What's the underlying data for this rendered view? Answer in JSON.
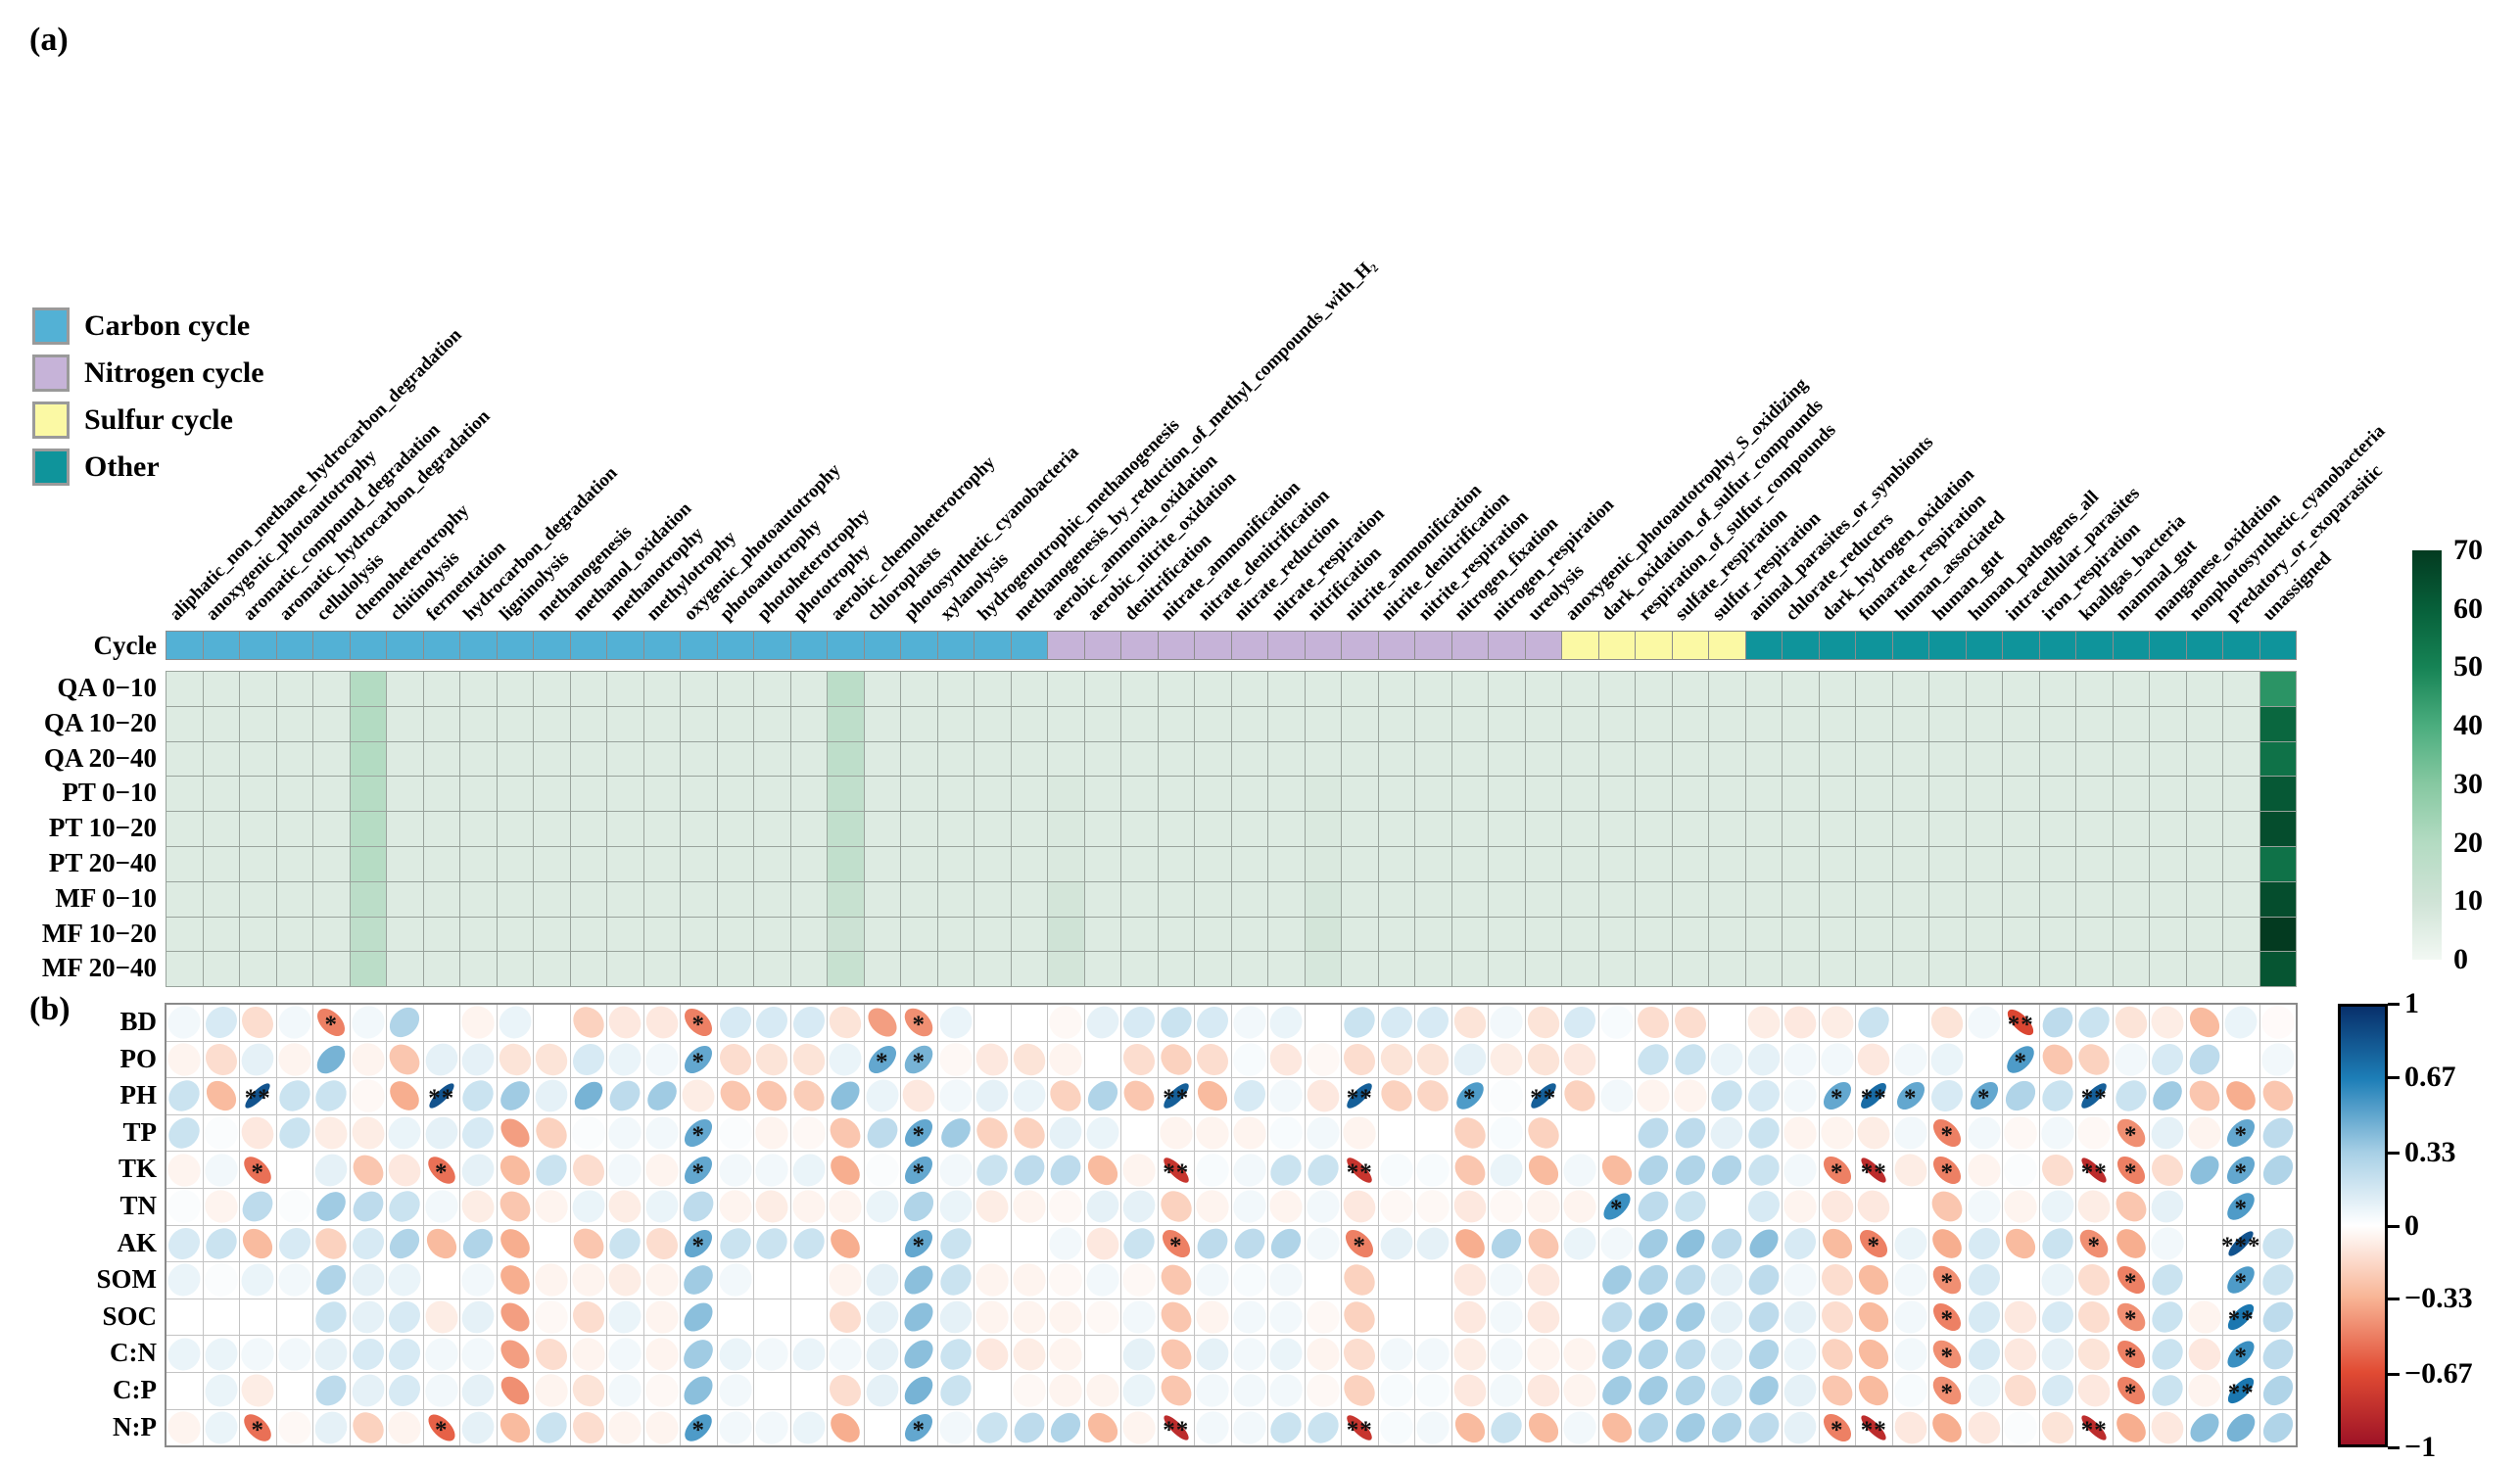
{
  "panels": {
    "a_label": "(a)",
    "b_label": "(b)"
  },
  "cycle_row_label": "Cycle",
  "legend": {
    "items": [
      {
        "key": "carbon",
        "label": "Carbon cycle",
        "color": "#53b1d5"
      },
      {
        "key": "nitrogen",
        "label": "Nitrogen cycle",
        "color": "#c6b3d8"
      },
      {
        "key": "sulfur",
        "label": "Sulfur cycle",
        "color": "#fbf9a4"
      },
      {
        "key": "other",
        "label": "Other",
        "color": "#0f949b"
      }
    ]
  },
  "chart_data": [
    {
      "type": "heatmap",
      "name": "faprotax_functional_group_abundance",
      "rows": [
        "QA 0−10",
        "QA 10−20",
        "QA 20−40",
        "PT 0−10",
        "PT 10−20",
        "PT 20−40",
        "MF 0−10",
        "MF 10−20",
        "MF 20−40"
      ],
      "columns": [
        "aliphatic_non_methane_hydrocarbon_degradation",
        "anoxygenic_photoautotrophy",
        "aromatic_compound_degradation",
        "aromatic_hydrocarbon_degradation",
        "cellulolysis",
        "chemoheterotrophy",
        "chitinolysis",
        "fermentation",
        "hydrocarbon_degradation",
        "ligninolysis",
        "methanogenesis",
        "methanol_oxidation",
        "methanotrophy",
        "methylotrophy",
        "oxygenic_photoautotrophy",
        "photoautotrophy",
        "photoheterotrophy",
        "phototrophy",
        "aerobic_chemoheterotrophy",
        "chloroplasts",
        "photosynthetic_cyanobacteria",
        "xylanolysis",
        "hydrogenotrophic_methanogenesis",
        "methanogenesis_by_reduction_of_methyl_compounds_with_H₂",
        "aerobic_ammonia_oxidation",
        "aerobic_nitrite_oxidation",
        "denitrification",
        "nitrate_ammonification",
        "nitrate_denitrification",
        "nitrate_reduction",
        "nitrate_respiration",
        "nitrification",
        "nitrite_ammonification",
        "nitrite_denitrification",
        "nitrite_respiration",
        "nitrogen_fixation",
        "nitrogen_respiration",
        "ureolysis",
        "anoxygenic_photoautotrophy_S_oxidizing",
        "dark_oxidation_of_sulfur_compounds",
        "respiration_of_sulfur_compounds",
        "sulfate_respiration",
        "sulfur_respiration",
        "animal_parasites_or_symbionts",
        "chlorate_reducers",
        "dark_hydrogen_oxidation",
        "fumarate_respiration",
        "human_associated",
        "human_gut",
        "human_pathogens_all",
        "intracellular_parasites",
        "iron_respiration",
        "knallgas_bacteria",
        "mammal_gut",
        "manganese_oxidation",
        "nonphotosynthetic_cyanobacteria",
        "predatory_or_exoparasitic",
        "unassigned"
      ],
      "column_cycles": [
        "carbon",
        "carbon",
        "carbon",
        "carbon",
        "carbon",
        "carbon",
        "carbon",
        "carbon",
        "carbon",
        "carbon",
        "carbon",
        "carbon",
        "carbon",
        "carbon",
        "carbon",
        "carbon",
        "carbon",
        "carbon",
        "carbon",
        "carbon",
        "carbon",
        "carbon",
        "carbon",
        "carbon",
        "nitrogen",
        "nitrogen",
        "nitrogen",
        "nitrogen",
        "nitrogen",
        "nitrogen",
        "nitrogen",
        "nitrogen",
        "nitrogen",
        "nitrogen",
        "nitrogen",
        "nitrogen",
        "nitrogen",
        "nitrogen",
        "sulfur",
        "sulfur",
        "sulfur",
        "sulfur",
        "sulfur",
        "other",
        "other",
        "other",
        "other",
        "other",
        "other",
        "other",
        "other",
        "other",
        "other",
        "other",
        "other",
        "other",
        "other",
        "other"
      ],
      "default_value": 6,
      "column_value_overrides": {
        "6": [
          20,
          20,
          20,
          19,
          19,
          19,
          17,
          16,
          17
        ],
        "19": [
          17,
          16,
          16,
          15,
          15,
          15,
          13,
          11,
          13
        ],
        "25": [
          6,
          6,
          6,
          7,
          7,
          7,
          9,
          10,
          9
        ],
        "32": [
          6,
          6,
          6,
          7,
          7,
          7,
          8,
          9,
          8
        ],
        "58": [
          46,
          58,
          55,
          62,
          65,
          55,
          65,
          70,
          63
        ]
      },
      "colorbar": {
        "min": 0,
        "max": 70,
        "tick_values": [
          70,
          60,
          50,
          40,
          30,
          20,
          10,
          0
        ],
        "tick_labels": [
          "70",
          "60",
          "50",
          "40",
          "30",
          "20",
          "10",
          "0"
        ],
        "stops": [
          {
            "v": 0,
            "c": "#f2f8f3"
          },
          {
            "v": 10,
            "c": "#cfe3d6"
          },
          {
            "v": 20,
            "c": "#b3dbc2"
          },
          {
            "v": 30,
            "c": "#86c8a1"
          },
          {
            "v": 40,
            "c": "#4bad7e"
          },
          {
            "v": 50,
            "c": "#168355"
          },
          {
            "v": 60,
            "c": "#07603a"
          },
          {
            "v": 70,
            "c": "#033a20"
          }
        ]
      }
    },
    {
      "type": "heatmap",
      "subtype": "correlation-ellipse",
      "name": "soil_property_correlations",
      "rows": [
        "BD",
        "PO",
        "PH",
        "TP",
        "TK",
        "TN",
        "AK",
        "SOM",
        "SOC",
        "C:N",
        "C:P",
        "N:P"
      ],
      "columns_ref": "same 58 columns as panel a",
      "values": [
        [
          0.05,
          0.15,
          -0.15,
          0.05,
          -0.5,
          0.05,
          0.3,
          0,
          -0.05,
          0.08,
          0,
          -0.2,
          -0.1,
          -0.1,
          -0.5,
          0.15,
          0.15,
          0.15,
          -0.12,
          -0.4,
          -0.45,
          0.08,
          0,
          0,
          -0.03,
          0.1,
          0.15,
          0.2,
          0.15,
          0.05,
          0.08,
          0,
          0.2,
          0.15,
          0.15,
          -0.12,
          0.05,
          -0.12,
          0.15,
          0.03,
          -0.15,
          -0.15,
          0,
          -0.08,
          -0.1,
          -0.08,
          0.2,
          0,
          -0.12,
          0.05,
          -0.7,
          0.25,
          0.2,
          -0.12,
          -0.08,
          -0.3,
          0.08,
          -0.02
        ],
        [
          -0.05,
          -0.15,
          0.1,
          -0.05,
          0.45,
          -0.05,
          -0.25,
          0.1,
          0.1,
          -0.12,
          -0.12,
          0.15,
          0.08,
          0.05,
          0.5,
          -0.15,
          -0.12,
          -0.12,
          0.08,
          0.5,
          0.45,
          -0.03,
          -0.1,
          -0.12,
          -0.05,
          0,
          -0.15,
          -0.2,
          -0.15,
          0.03,
          -0.1,
          -0.03,
          -0.15,
          -0.12,
          -0.12,
          0.1,
          -0.08,
          -0.12,
          -0.1,
          0,
          0.2,
          0.2,
          0.08,
          0.1,
          0.05,
          0.05,
          -0.1,
          0.05,
          0.08,
          0,
          0.55,
          -0.25,
          -0.2,
          0.05,
          0.15,
          0.25,
          0,
          0.05
        ],
        [
          0.2,
          -0.3,
          0.85,
          0.2,
          0.2,
          -0.03,
          -0.35,
          0.85,
          0.2,
          0.35,
          0.1,
          0.45,
          0.25,
          0.35,
          -0.08,
          -0.25,
          -0.25,
          -0.22,
          0.4,
          0.08,
          -0.1,
          0.05,
          0.1,
          0.08,
          -0.2,
          0.3,
          -0.25,
          0.8,
          -0.3,
          0.15,
          0.05,
          -0.1,
          0.8,
          -0.2,
          -0.18,
          0.55,
          0.02,
          0.8,
          -0.2,
          0.05,
          -0.05,
          -0.05,
          0.2,
          0.15,
          0.05,
          0.5,
          0.75,
          0.5,
          0.15,
          0.5,
          0.3,
          0.2,
          0.8,
          0.2,
          0.35,
          -0.25,
          -0.35,
          -0.25
        ],
        [
          0.2,
          0.02,
          -0.1,
          0.2,
          -0.08,
          -0.08,
          0.08,
          0.1,
          0.15,
          -0.4,
          -0.2,
          0.02,
          0.05,
          0.05,
          0.5,
          0.02,
          -0.05,
          -0.03,
          -0.25,
          0.25,
          0.5,
          0.35,
          -0.2,
          -0.2,
          0.1,
          0.08,
          0,
          -0.05,
          -0.05,
          -0.05,
          0.03,
          0.05,
          -0.05,
          0,
          0,
          -0.2,
          0.03,
          -0.2,
          0,
          0,
          0.25,
          0.25,
          0.1,
          0.2,
          -0.05,
          -0.05,
          -0.08,
          0.05,
          -0.5,
          0.05,
          -0.03,
          0.05,
          -0.03,
          -0.45,
          0.1,
          -0.05,
          0.5,
          0.25
        ],
        [
          -0.05,
          0.05,
          -0.55,
          0,
          0.1,
          -0.25,
          -0.1,
          -0.55,
          0.1,
          -0.3,
          0.2,
          -0.15,
          0.05,
          -0.05,
          0.5,
          0.05,
          0.05,
          0.08,
          -0.35,
          0.02,
          0.5,
          0.05,
          0.2,
          0.25,
          0.25,
          -0.3,
          -0.05,
          -0.8,
          0.03,
          0.05,
          0.2,
          0.2,
          -0.8,
          0.03,
          0.03,
          -0.25,
          0.08,
          -0.3,
          0.05,
          -0.3,
          0.3,
          0.3,
          0.3,
          0.2,
          0.05,
          -0.5,
          -0.85,
          -0.08,
          -0.5,
          -0.05,
          0.02,
          -0.15,
          -0.85,
          -0.5,
          -0.15,
          0.4,
          0.5,
          0.3
        ],
        [
          0.02,
          -0.05,
          0.25,
          0.02,
          0.35,
          0.25,
          0.2,
          0.05,
          -0.08,
          -0.25,
          -0.05,
          0.08,
          -0.08,
          0.08,
          0.25,
          -0.05,
          -0.08,
          -0.05,
          -0.05,
          0.08,
          0.3,
          0.08,
          -0.08,
          -0.05,
          -0.03,
          0.1,
          0.1,
          -0.2,
          -0.05,
          0.05,
          -0.05,
          0.05,
          -0.1,
          -0.03,
          -0.03,
          -0.1,
          -0.03,
          -0.05,
          -0.05,
          0.6,
          0.25,
          0.2,
          0,
          0.15,
          -0.05,
          -0.1,
          -0.1,
          0,
          -0.25,
          0.05,
          -0.05,
          0.08,
          -0.08,
          -0.25,
          0.1,
          0,
          0.55,
          0
        ],
        [
          0.15,
          0.2,
          -0.3,
          0.15,
          -0.2,
          0.15,
          0.3,
          -0.3,
          0.3,
          -0.35,
          0,
          -0.25,
          0.2,
          -0.15,
          0.5,
          0.2,
          0.2,
          0.2,
          -0.35,
          0,
          0.5,
          0.2,
          0,
          0,
          0.05,
          -0.1,
          0.2,
          -0.5,
          0.25,
          0.25,
          0.3,
          0.05,
          -0.5,
          0.1,
          0.1,
          -0.35,
          0.3,
          -0.25,
          0.08,
          0.05,
          0.35,
          0.4,
          0.25,
          0.4,
          0.15,
          -0.3,
          -0.5,
          0.08,
          -0.35,
          0.15,
          -0.3,
          0.2,
          -0.45,
          -0.35,
          0.05,
          0,
          0.85,
          0.2
        ],
        [
          0.08,
          0.02,
          0.08,
          0.05,
          0.3,
          0.1,
          0.08,
          0,
          0.05,
          -0.35,
          -0.05,
          -0.05,
          -0.08,
          -0.05,
          0.35,
          0.05,
          0,
          0,
          -0.05,
          0.1,
          0.4,
          0.2,
          -0.05,
          -0.05,
          -0.03,
          0.05,
          -0.03,
          -0.25,
          0.05,
          0.03,
          0.05,
          0,
          -0.2,
          0,
          0,
          -0.1,
          0.05,
          -0.1,
          0,
          0.35,
          0.3,
          0.25,
          0.1,
          0.25,
          0.05,
          -0.15,
          -0.3,
          0.05,
          -0.45,
          0.15,
          0,
          0.08,
          -0.15,
          -0.5,
          0.2,
          0,
          0.55,
          0.2
        ],
        [
          0,
          0,
          0,
          0,
          0.2,
          0.1,
          0.15,
          -0.08,
          0.1,
          -0.4,
          -0.03,
          -0.15,
          0.08,
          -0.05,
          0.4,
          0,
          0,
          0,
          -0.15,
          0.1,
          0.4,
          0.1,
          -0.05,
          -0.05,
          -0.05,
          -0.03,
          0.05,
          -0.25,
          -0.05,
          0.05,
          0.05,
          -0.03,
          -0.2,
          0,
          0,
          -0.1,
          0.05,
          -0.1,
          0,
          0.25,
          0.35,
          0.35,
          0.1,
          0.25,
          0.1,
          -0.15,
          -0.3,
          0.05,
          -0.5,
          0.15,
          -0.1,
          0.15,
          -0.15,
          -0.45,
          0.2,
          -0.05,
          0.7,
          0.25
        ],
        [
          0.08,
          0.08,
          0.05,
          0.05,
          0.1,
          0.15,
          0.15,
          0.05,
          0.05,
          -0.4,
          -0.15,
          -0.05,
          0.05,
          -0.05,
          0.35,
          0.08,
          0.05,
          0.08,
          0.05,
          0.1,
          0.4,
          0.2,
          -0.1,
          -0.08,
          -0.05,
          0,
          0.1,
          -0.25,
          0.1,
          0.05,
          0.08,
          -0.05,
          -0.15,
          0.05,
          0.05,
          -0.08,
          0.05,
          -0.05,
          -0.05,
          0.3,
          0.3,
          0.25,
          0.1,
          0.3,
          0.08,
          -0.2,
          -0.3,
          0.05,
          -0.45,
          0.15,
          -0.1,
          0.1,
          -0.12,
          -0.5,
          0.2,
          -0.1,
          0.6,
          0.25
        ],
        [
          0,
          0.08,
          -0.08,
          0,
          0.25,
          0.1,
          0.15,
          0.05,
          0.1,
          -0.45,
          -0.05,
          -0.12,
          0.05,
          -0.03,
          0.4,
          0.05,
          0,
          0,
          -0.15,
          0.1,
          0.45,
          0.2,
          0,
          -0.03,
          -0.05,
          -0.05,
          0.08,
          -0.25,
          0.05,
          0.05,
          0.05,
          -0.03,
          -0.2,
          0.03,
          0.03,
          -0.1,
          0.05,
          -0.1,
          -0.05,
          0.35,
          0.35,
          0.3,
          0.15,
          0.35,
          0.1,
          -0.25,
          -0.3,
          0.03,
          -0.45,
          0.08,
          -0.15,
          0.15,
          -0.1,
          -0.5,
          0.2,
          -0.05,
          0.7,
          0.3
        ],
        [
          -0.05,
          0.08,
          -0.55,
          -0.03,
          0.1,
          -0.2,
          -0.05,
          -0.6,
          0.1,
          -0.3,
          0.2,
          -0.15,
          -0.05,
          -0.05,
          0.55,
          0.05,
          0.05,
          0.08,
          -0.35,
          0,
          0.5,
          0.05,
          0.2,
          0.25,
          0.3,
          -0.3,
          -0.05,
          -0.85,
          0.05,
          0.05,
          0.2,
          0.2,
          -0.8,
          0.03,
          0.05,
          -0.3,
          0.2,
          -0.3,
          0.05,
          -0.3,
          0.3,
          0.35,
          0.3,
          0.25,
          0.1,
          -0.5,
          -0.85,
          -0.1,
          -0.35,
          -0.1,
          0.02,
          -0.12,
          -0.85,
          -0.35,
          -0.1,
          0.4,
          0.45,
          0.3
        ]
      ],
      "significance": {
        "BD": {
          "5": "*",
          "15": "*",
          "21": "*",
          "51": "**"
        },
        "PO": {
          "15": "*",
          "20": "*",
          "21": "*",
          "51": "*"
        },
        "PH": {
          "3": "**",
          "8": "**",
          "28": "**",
          "33": "**",
          "36": "*",
          "38": "**",
          "46": "*",
          "47": "**",
          "48": "*",
          "50": "*",
          "53": "**"
        },
        "TP": {
          "15": "*",
          "21": "*",
          "49": "*",
          "54": "*",
          "57": "*"
        },
        "TK": {
          "3": "*",
          "8": "*",
          "15": "*",
          "21": "*",
          "28": "**",
          "33": "**",
          "46": "*",
          "47": "**",
          "49": "*",
          "53": "**",
          "54": "*",
          "57": "*"
        },
        "TN": {
          "40": "*",
          "57": "*"
        },
        "AK": {
          "15": "*",
          "21": "*",
          "28": "*",
          "33": "*",
          "47": "*",
          "53": "*",
          "57": "***"
        },
        "SOM": {
          "49": "*",
          "54": "*",
          "57": "*"
        },
        "SOC": {
          "49": "*",
          "54": "*",
          "57": "**"
        },
        "C:N": {
          "49": "*",
          "54": "*",
          "57": "*"
        },
        "C:P": {
          "49": "*",
          "54": "*",
          "57": "**"
        },
        "N:P": {
          "3": "*",
          "8": "*",
          "15": "*",
          "21": "*",
          "28": "**",
          "33": "**",
          "46": "*",
          "47": "**",
          "53": "**"
        }
      },
      "colorbar": {
        "min": -1,
        "max": 1,
        "tick_values": [
          1,
          0.67,
          0.33,
          0,
          -0.33,
          -0.67,
          -1
        ],
        "tick_labels": [
          "1",
          "0.67",
          "0.33",
          "0",
          "−0.33",
          "−0.67",
          "−1"
        ],
        "stops": [
          {
            "v": -1,
            "c": "#9e1326"
          },
          {
            "v": -0.67,
            "c": "#e14b33"
          },
          {
            "v": -0.33,
            "c": "#f8b495"
          },
          {
            "v": 0,
            "c": "#ffffff"
          },
          {
            "v": 0.33,
            "c": "#a8d0e6"
          },
          {
            "v": 0.67,
            "c": "#1d7eb7"
          },
          {
            "v": 1,
            "c": "#08306b"
          }
        ]
      }
    }
  ]
}
